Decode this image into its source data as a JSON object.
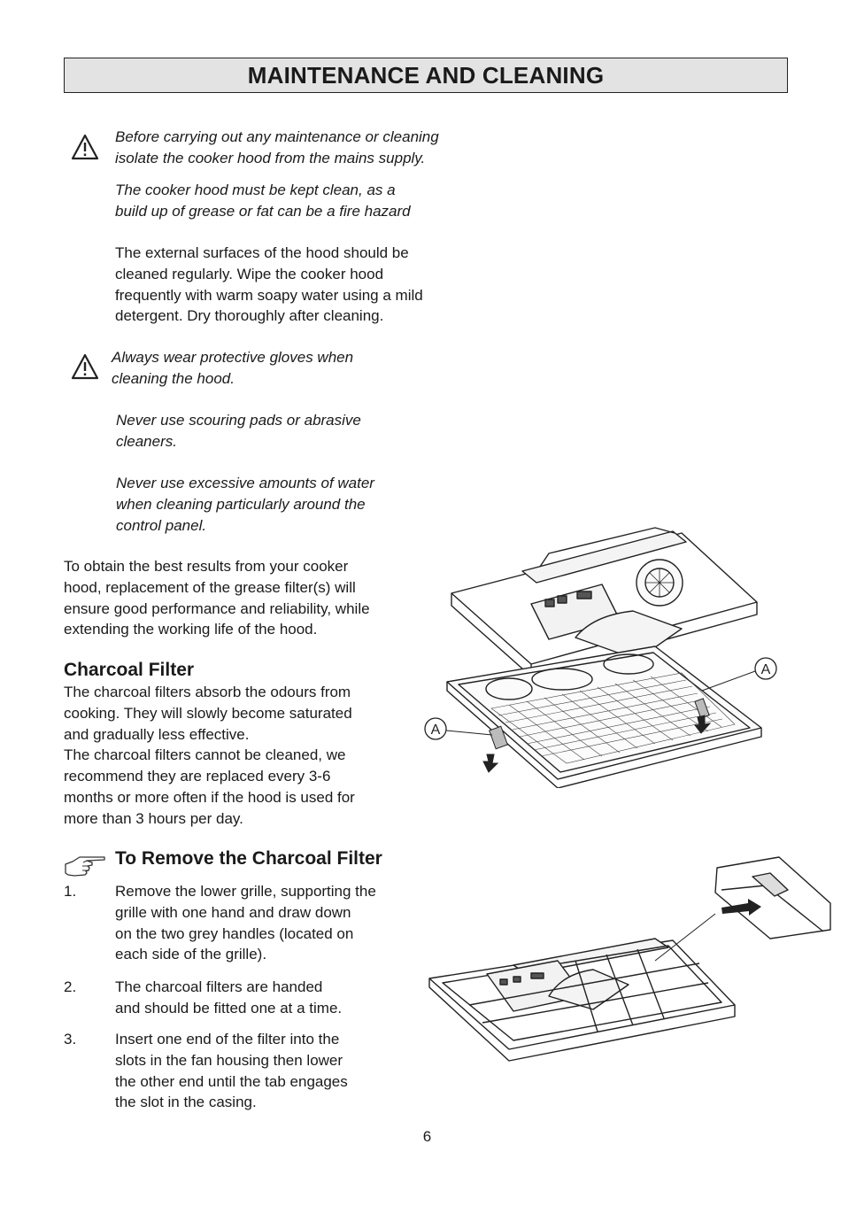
{
  "title": "MAINTENANCE AND CLEANING",
  "warning1": {
    "line_a": "Before carrying out any maintenance or cleaning",
    "line_b": "isolate the cooker hood from the mains supply.",
    "line_c": "The cooker hood must be kept clean, as a",
    "line_d": "build up of grease or fat can be a fire hazard"
  },
  "external_surfaces": [
    "The external surfaces of the hood should be",
    "cleaned regularly. Wipe the cooker hood",
    "frequently with warm soapy water using a mild",
    "detergent. Dry thoroughly after cleaning."
  ],
  "warning2": {
    "gloves": [
      "Always wear protective gloves when",
      "cleaning the hood."
    ],
    "scouring": [
      "Never use scouring pads or abrasive",
      "cleaners."
    ],
    "water": [
      "Never use excessive amounts of water",
      "when cleaning particularly around the",
      "control panel."
    ]
  },
  "intro": [
    "To obtain the best results from your cooker",
    "hood, replacement of the grease filter(s) will",
    "ensure good performance and reliability, while",
    "extending the working life of the hood."
  ],
  "charcoal": {
    "heading": "Charcoal Filter",
    "lines": [
      "The charcoal filters absorb the odours from",
      "cooking. They will slowly become saturated",
      "and gradually less effective.",
      "The charcoal filters cannot be cleaned, we",
      "recommend they are replaced every 3-6",
      "months or more often if the hood is used for",
      "more than 3 hours per day."
    ]
  },
  "remove": {
    "heading": "To Remove the Charcoal Filter",
    "steps": [
      {
        "num": "1.",
        "lines": [
          "Remove the lower grille, supporting the",
          "grille with one hand and draw down",
          "on the two grey handles (located on",
          "each side of the grille)."
        ]
      },
      {
        "num": "2.",
        "lines": [
          "The charcoal filters are handed",
          "and should be fitted one at a time."
        ]
      },
      {
        "num": "3.",
        "lines": [
          "Insert one end of the filter into the",
          "slots in the fan housing then lower",
          "the other end until the tab engages",
          "the slot in the casing."
        ]
      }
    ]
  },
  "figure1": {
    "callout_left": "A",
    "callout_right": "A"
  },
  "page_number": "6"
}
